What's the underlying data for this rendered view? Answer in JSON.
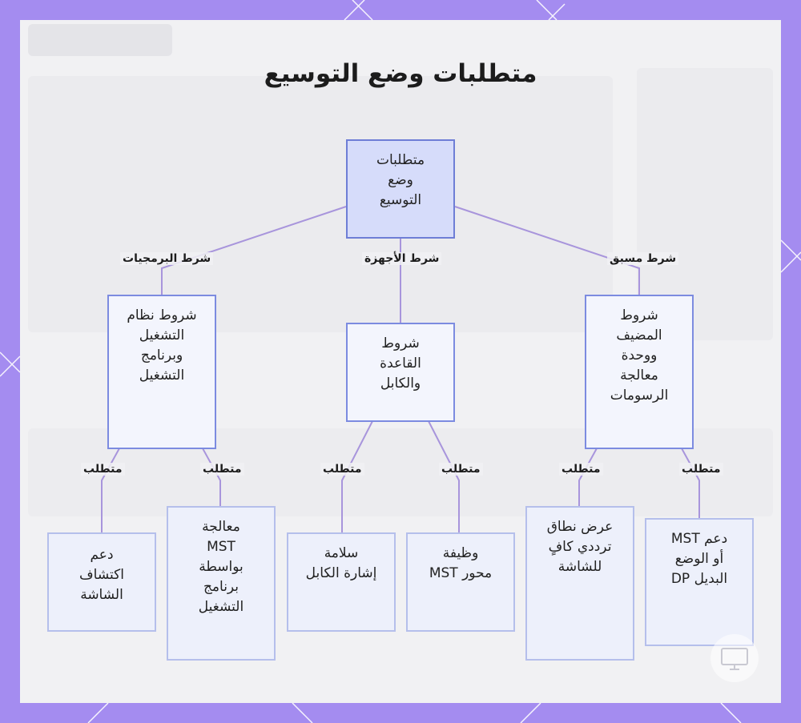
{
  "title": "متطلبات وضع التوسيع",
  "colors": {
    "frame": "#a48cf0",
    "edge": "#b39ddb",
    "node_border": "#8d99dd",
    "root_fill": "#d6dcfa"
  },
  "nodes": {
    "root": "متطلبات\nوضع\nالتوسيع",
    "software": "شروط نظام\nالتشغيل\nوبرنامج\nالتشغيل",
    "hardware": "شروط\nالقاعدة\nوالكابل",
    "host": "شروط\nالمضيف\nووحدة\nمعالجة\nالرسومات",
    "leaf_detect": "دعم\nاكتشاف\nالشاشة",
    "leaf_mst_driver": "معالجة\nMST\nبواسطة\nبرنامج\nالتشغيل",
    "leaf_cable": "سلامة\nإشارة الكابل",
    "leaf_hub": "وظيفة\nمحور MST",
    "leaf_bandwidth": "عرض نطاق\nترددي كافٍ\nللشاشة",
    "leaf_dp": "دعم MST\nأو الوضع\nالبديل DP"
  },
  "edge_labels": {
    "software": "شرط البرمجيات",
    "hardware": "شرط الأجهزة",
    "prereq": "شرط مسبق",
    "req_1": "متطلب",
    "req_2": "متطلب",
    "req_3": "متطلب",
    "req_4": "متطلب",
    "req_5": "متطلب",
    "req_6": "متطلب"
  }
}
